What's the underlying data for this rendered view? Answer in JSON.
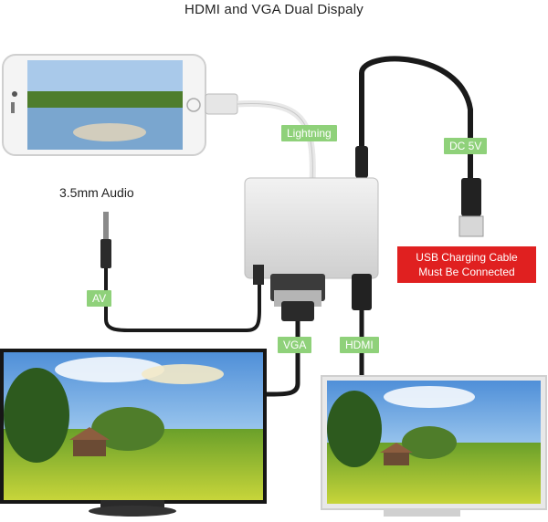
{
  "title": "HDMI and VGA Dual Dispaly",
  "labels": {
    "lightning": "Lightning",
    "dc": "DC 5V",
    "audio": "3.5mm Audio",
    "av": "AV",
    "vga": "VGA",
    "hdmi": "HDMI"
  },
  "warning": {
    "line1": "USB Charging Cable",
    "line2": "Must Be Connected"
  },
  "colors": {
    "label_green": "#8fd17a",
    "warning_red": "#e02020"
  }
}
